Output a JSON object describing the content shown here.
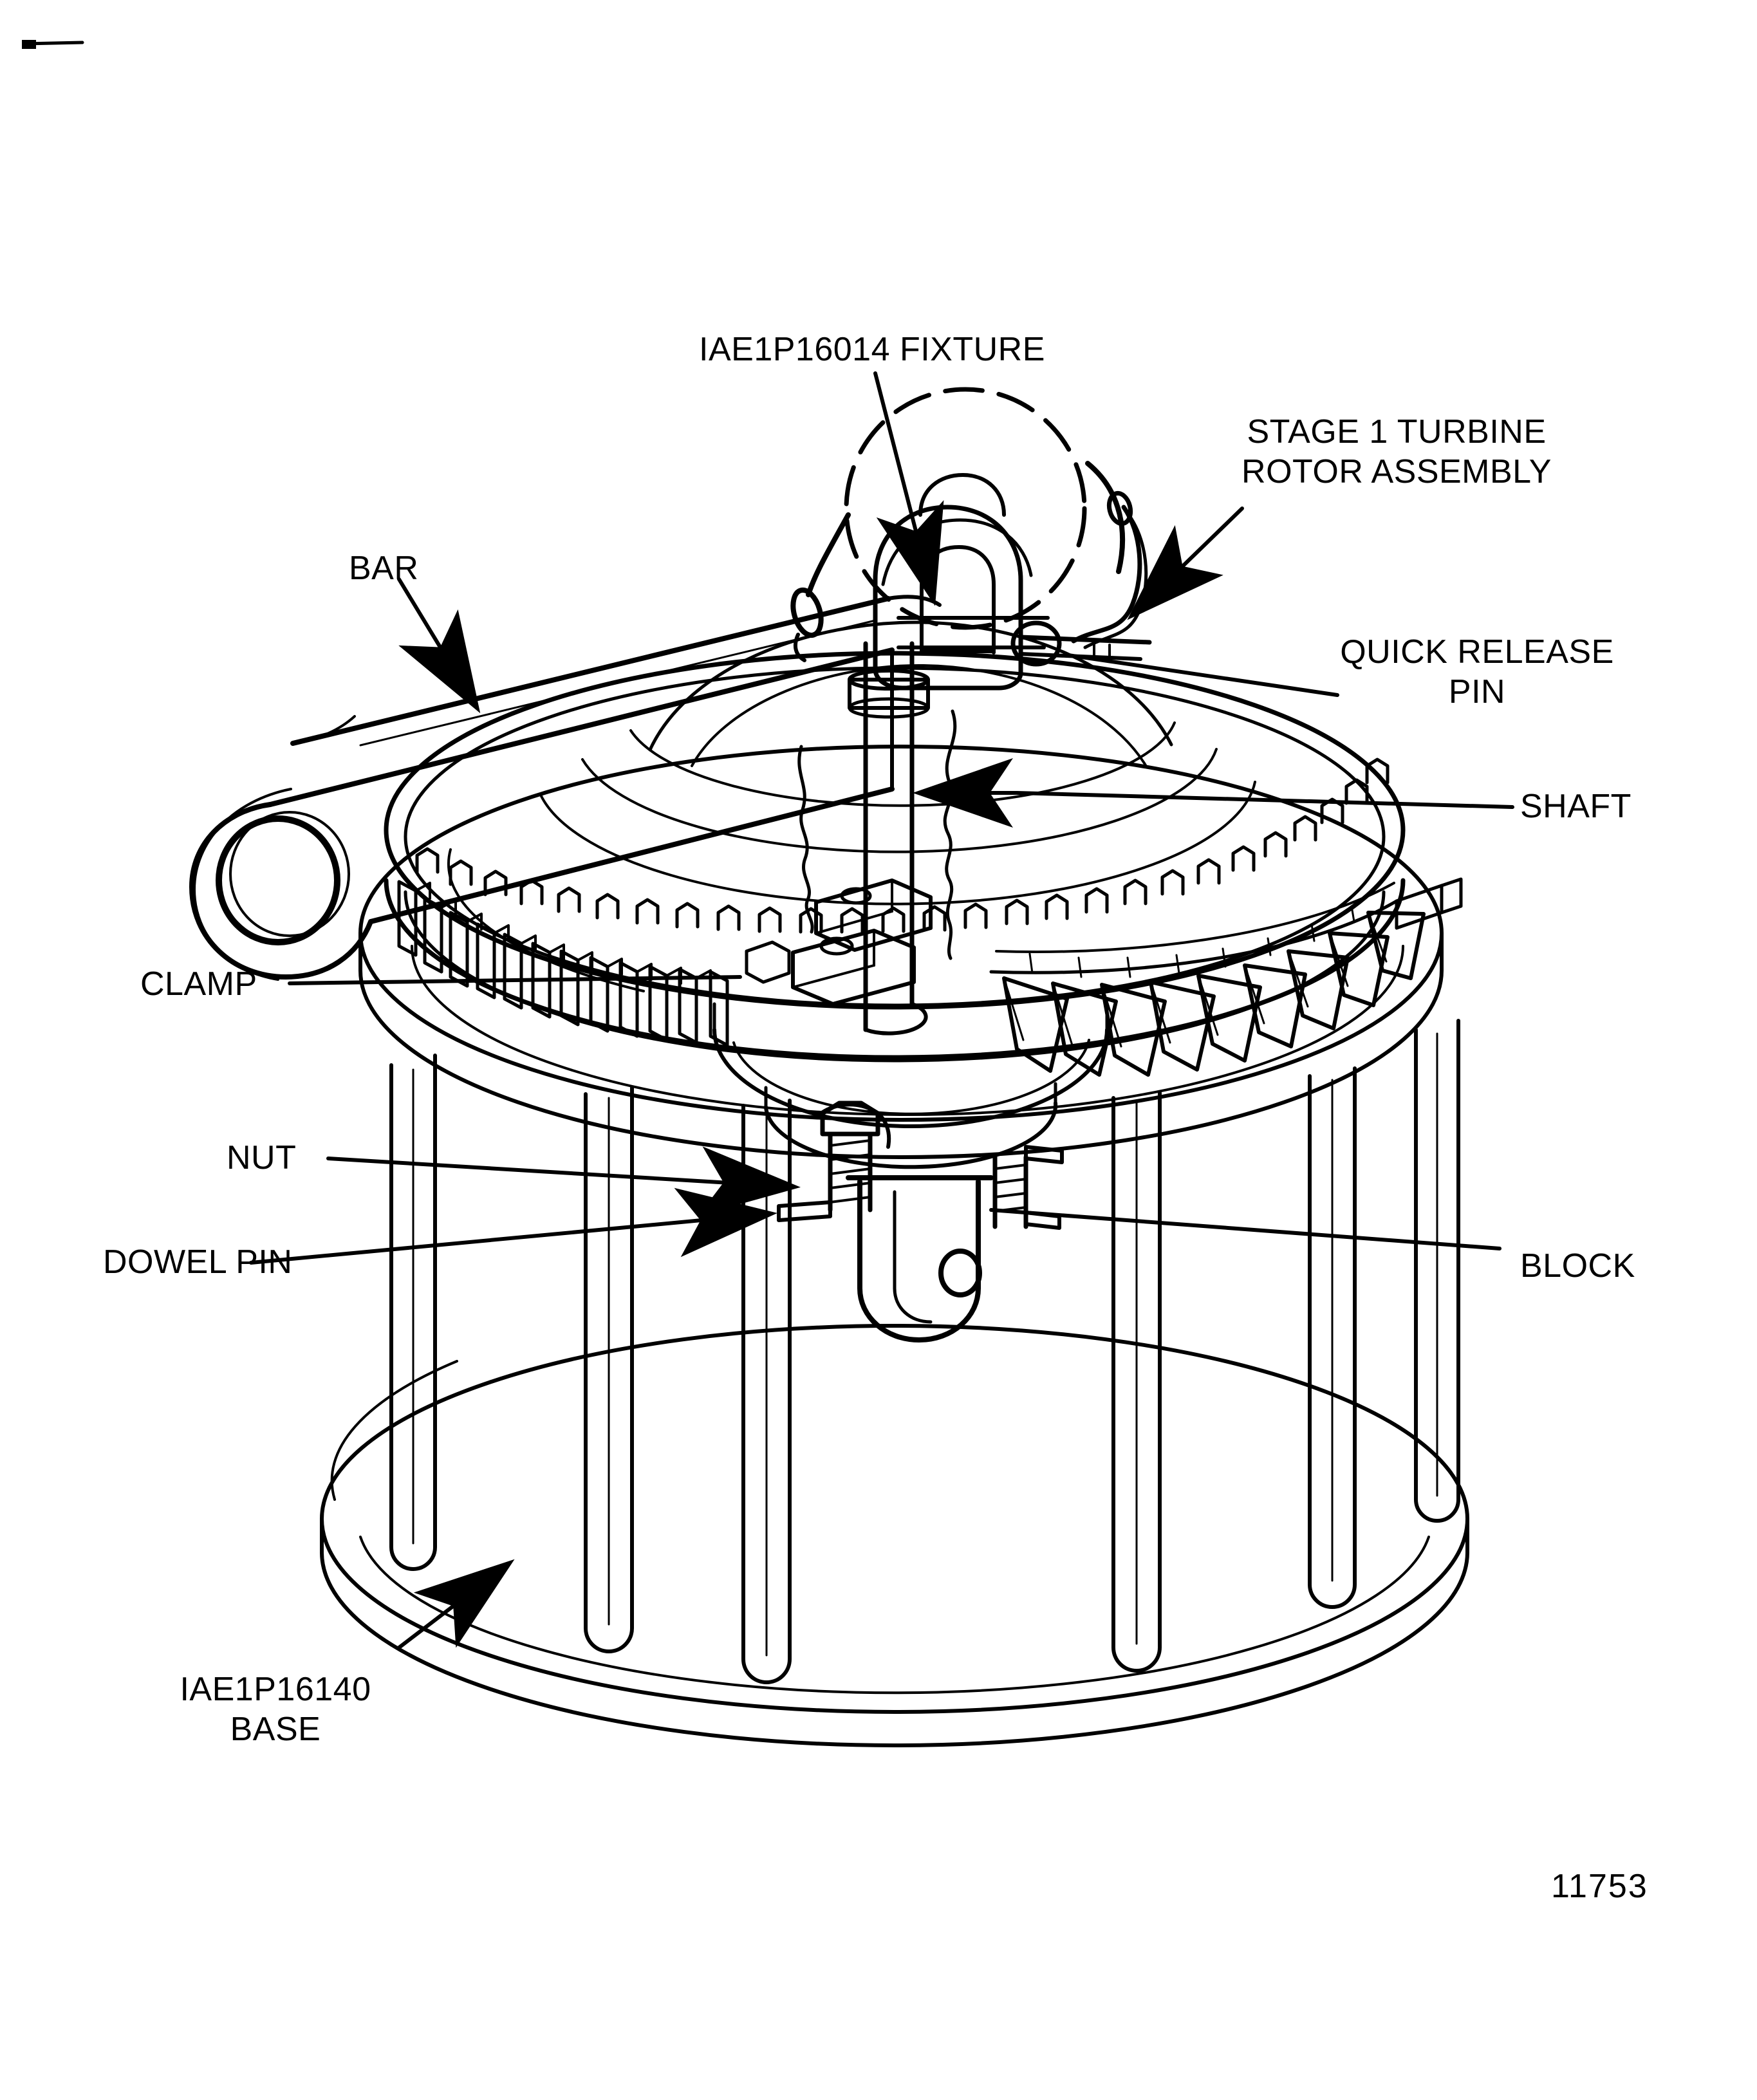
{
  "figure": {
    "number": "11753",
    "subject": "Stage 1 turbine rotor assembly mounted on IAE1P16140 base with IAE1P16014 fixture"
  },
  "callouts": [
    {
      "id": "fixture",
      "text": "IAE1P16014 FIXTURE",
      "lines": [
        "IAE1P16014 FIXTURE"
      ]
    },
    {
      "id": "rotor",
      "text": "STAGE 1 TURBINE ROTOR ASSEMBLY",
      "lines": [
        "STAGE 1 TURBINE",
        "ROTOR ASSEMBLY"
      ]
    },
    {
      "id": "quick-release",
      "text": "QUICK RELEASE PIN",
      "lines": [
        "QUICK RELEASE",
        "PIN"
      ]
    },
    {
      "id": "shaft",
      "text": "SHAFT",
      "lines": [
        "SHAFT"
      ]
    },
    {
      "id": "bar",
      "text": "BAR",
      "lines": [
        "BAR"
      ]
    },
    {
      "id": "clamp",
      "text": "CLAMP",
      "lines": [
        "CLAMP"
      ]
    },
    {
      "id": "nut",
      "text": "NUT",
      "lines": [
        "NUT"
      ]
    },
    {
      "id": "dowel-pin",
      "text": "DOWEL PIN",
      "lines": [
        "DOWEL PIN"
      ]
    },
    {
      "id": "block",
      "text": "BLOCK",
      "lines": [
        "BLOCK"
      ]
    },
    {
      "id": "base",
      "text": "IAE1P16140 BASE",
      "lines": [
        "IAE1P16140",
        "BASE"
      ]
    }
  ],
  "label_text": {
    "fixture": "IAE1P16014 FIXTURE",
    "rotor_line1": "STAGE 1 TURBINE",
    "rotor_line2": "ROTOR ASSEMBLY",
    "quick_release_line1": "QUICK RELEASE",
    "quick_release_line2": "PIN",
    "shaft": "SHAFT",
    "bar": "BAR",
    "clamp": "CLAMP",
    "nut": "NUT",
    "dowel_pin": "DOWEL PIN",
    "block": "BLOCK",
    "base_line1": "IAE1P16140",
    "base_line2": "BASE",
    "fig_number": "11753"
  },
  "colors": {
    "ink": "#000000",
    "paper": "#ffffff"
  },
  "icons": {
    "leader_arrow": "arrow-icon",
    "sling_ring": "dashed-circle-icon",
    "scan_mark": "scan-artifact-icon"
  }
}
